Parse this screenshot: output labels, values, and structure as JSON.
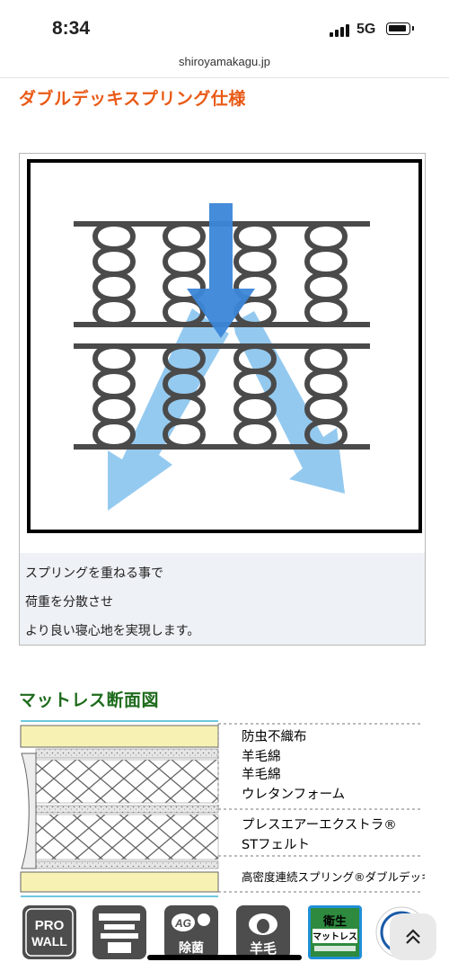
{
  "status": {
    "time": "8:34",
    "network": "5G"
  },
  "browser": {
    "url": "shiroyamakagu.jp"
  },
  "section1": {
    "title": "ダブルデッキスプリング仕様",
    "caption": [
      "スプリングを重ねる事で",
      "荷重を分散させ",
      "より良い寝心地を実現します。"
    ]
  },
  "section2": {
    "title": "マットレス断面図",
    "layers": {
      "top": [
        "防虫不織布",
        "羊毛綿",
        "羊毛綿",
        "ウレタンフォーム"
      ],
      "middle": [
        "プレスエアーエクストラ®",
        "STフェルト"
      ],
      "bottom": "高密度連続スプリング®ダブルデッキ"
    }
  },
  "badges": {
    "prowall": [
      "PRO",
      "WALL"
    ],
    "antibacterial": [
      "AG",
      "除菌"
    ],
    "wool": "羊毛",
    "hygiene": [
      "衛生",
      "マットレス"
    ]
  },
  "colors": {
    "orange_title": "#e95a16",
    "green_title": "#1d6b1c",
    "arrow_dark": "#3b86d8",
    "arrow_light": "#8fc7ef",
    "spring": "#4a4a4a"
  }
}
